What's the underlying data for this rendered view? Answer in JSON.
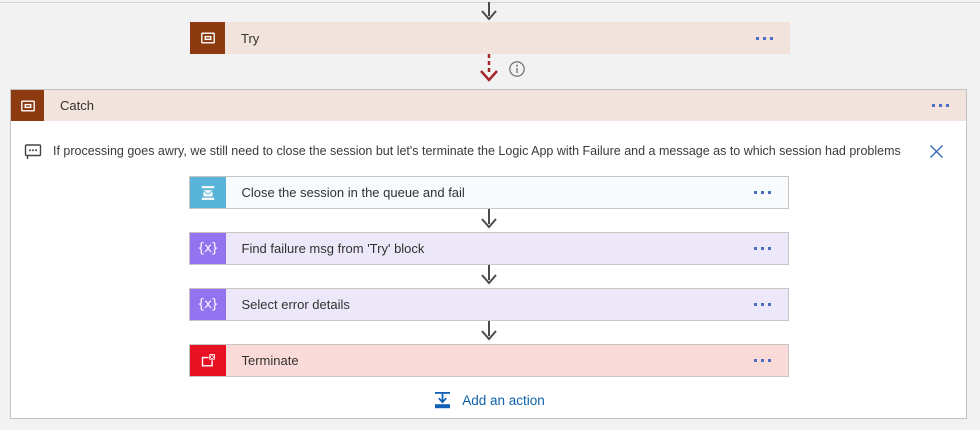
{
  "try_block": {
    "title": "Try"
  },
  "catch_block": {
    "title": "Catch",
    "comment": {
      "text": "If processing goes awry, we still need to close the session but let's terminate the Logic App with Failure and a message as to which session had problems"
    },
    "actions": [
      {
        "title": "Close the session in the queue and fail",
        "icon": "service-bus-icon",
        "icon_color": "#59B4D9",
        "row_color": "#F8FBFE"
      },
      {
        "title": "Find failure msg from 'Try' block",
        "icon": "variables-icon",
        "icon_color": "#9373F0",
        "row_color": "#ECE8FA"
      },
      {
        "title": "Select error details",
        "icon": "variables-icon",
        "icon_color": "#9373F0",
        "row_color": "#ECE8FA"
      },
      {
        "title": "Terminate",
        "icon": "terminate-icon",
        "icon_color": "#E81123",
        "row_color": "#FADBD9"
      }
    ],
    "add_action_label": "Add an action"
  },
  "glyphs": {
    "variables": "{x}"
  },
  "icons": {
    "scope": "scope-icon",
    "comment": "comment-icon",
    "close": "close-icon",
    "info": "info-icon",
    "menu": "ellipsis-menu-icon",
    "add_action": "insert-action-icon",
    "connector": "arrow-down-icon",
    "failed_connector": "dashed-arrow-down-icon"
  },
  "colors": {
    "canvas_bg": "#F2F2F2",
    "scope_accent": "#8C3A10",
    "scope_header_bg": "#F2E4DC",
    "service_bus_accent": "#59B4D9",
    "variables_accent": "#9373F0",
    "terminate_accent": "#E81123",
    "failed_arrow_red": "#A4262C",
    "connector_gray": "#4A4A4A",
    "link_blue": "#0E62AD",
    "menu_dots_blue": "#4A6FC0",
    "container_border": "#C4C2C0"
  }
}
